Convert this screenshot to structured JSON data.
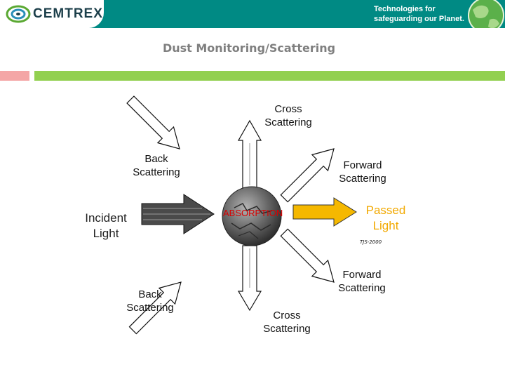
{
  "header": {
    "logo_text": "CEMTREX",
    "tagline": "Technologies for safeguarding our Planet.",
    "brand_color": "#008a84"
  },
  "slide": {
    "title": "Dust Monitoring/Scattering"
  },
  "diagram": {
    "labels": {
      "cross_top": "Cross\nScattering",
      "back_upper": "Back\nScattering",
      "forward_upper": "Forward\nScattering",
      "incident": "Incident\nLight",
      "passed": "Passed\nLight",
      "absorption": "ABSORPTION",
      "credit": "TJS-2000",
      "forward_lower": "Forward\nScattering",
      "back_lower": "Back\nScattering",
      "cross_bottom": "Cross\nScattering"
    },
    "colors": {
      "passed_arrow": "#f5b800",
      "absorption_text": "#d80000",
      "particle": "#5e5e5e"
    }
  }
}
